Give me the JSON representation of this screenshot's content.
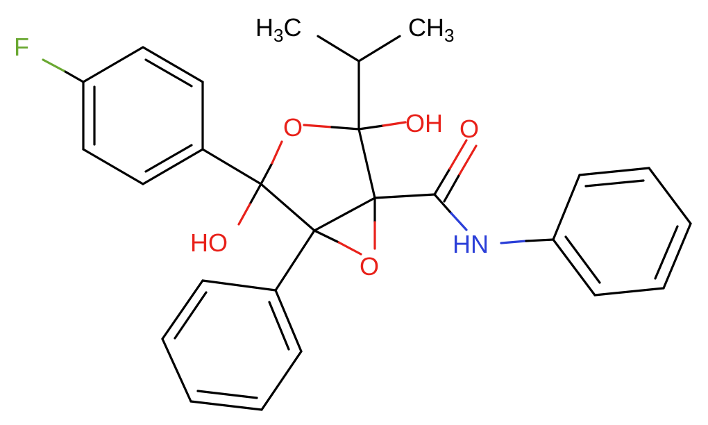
{
  "atom_labels": {
    "fluorine": "F",
    "methyl_left": "H",
    "methyl_left_sub": "3",
    "methyl_left_c": "C",
    "methyl_right_c": "CH",
    "methyl_right_sub": "3",
    "ring_oxygen": "O",
    "hydroxyl_upper": "OH",
    "carbonyl_oxygen": "O",
    "hydroxyl_lower": "HO",
    "epoxide_oxygen": "O",
    "amide_nitrogen": "HN"
  },
  "colors": {
    "carbon_bond": "#000000",
    "oxygen": "#e8211a",
    "nitrogen": "#2b3fd8",
    "fluorine": "#6aa832"
  }
}
